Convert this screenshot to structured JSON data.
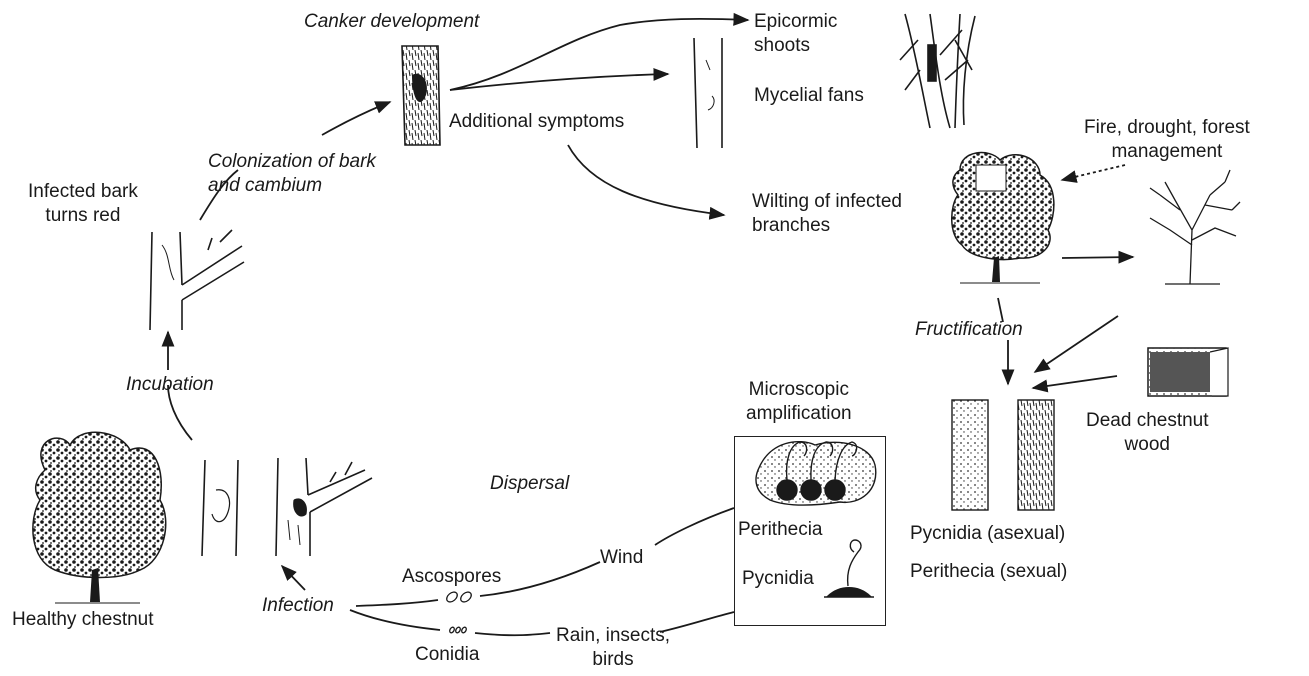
{
  "diagram": {
    "labels": {
      "canker_development": "Canker development",
      "epicormic_shoots": "Epicormic\nshoots",
      "mycelial_fans": "Mycelial fans",
      "additional_symptoms": "Additional symptoms",
      "colonization": "Colonization of bark\nand cambium",
      "infected_bark": "Infected bark\nturns red",
      "fire_drought": "Fire, drought, forest\nmanagement",
      "wilting": "Wilting of infected\nbranches",
      "fructification": "Fructification",
      "incubation": "Incubation",
      "microscopic": "Microscopic\namplification",
      "dead_wood": "Dead chestnut\nwood",
      "dispersal": "Dispersal",
      "perithecia_box": "Perithecia",
      "pycnidia_box": "Pycnidia",
      "pycnidia_asexual": "Pycnidia (asexual)",
      "perithecia_sexual": "Perithecia (sexual)",
      "wind": "Wind",
      "ascospores": "Ascospores",
      "infection": "Infection",
      "healthy_chestnut": "Healthy chestnut",
      "conidia": "Conidia",
      "rain_insects": "Rain, insects,\nbirds"
    },
    "icons": [
      "healthy-tree-icon",
      "infected-trunk-icon",
      "cankered-trunk-icon",
      "epicormic-branches-icon",
      "wilting-tree-icon",
      "dead-tree-icon",
      "log-icon",
      "perithecia-icon",
      "pycnidium-icon",
      "spore-icon"
    ],
    "colors": {
      "ink": "#1a1a1a",
      "background": "#ffffff"
    }
  }
}
